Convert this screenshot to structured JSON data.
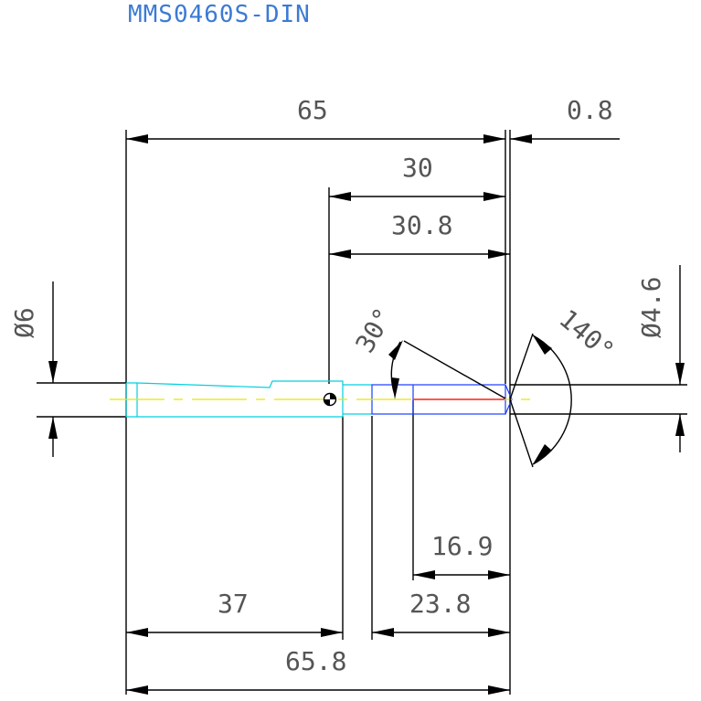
{
  "title": "MMS0460S-DIN",
  "dimensions": {
    "overall_length": "65",
    "offset": "0.8",
    "flute_length": "30",
    "flute_length_total": "30.8",
    "shank_diameter": "Ø6",
    "tip_diameter": "Ø4.6",
    "helix_angle": "30°",
    "point_angle": "140°",
    "len_16_9": "16.9",
    "len_23_8": "23.8",
    "len_37": "37",
    "overall_total": "65.8"
  },
  "colors": {
    "outline_cyan": "#00d0e0",
    "outline_blue": "#1a3cff",
    "centerline_yellow": "#e8e800",
    "accent_red": "#ff2020",
    "title_blue": "#3b7bd4",
    "dimension_text": "#555555"
  }
}
